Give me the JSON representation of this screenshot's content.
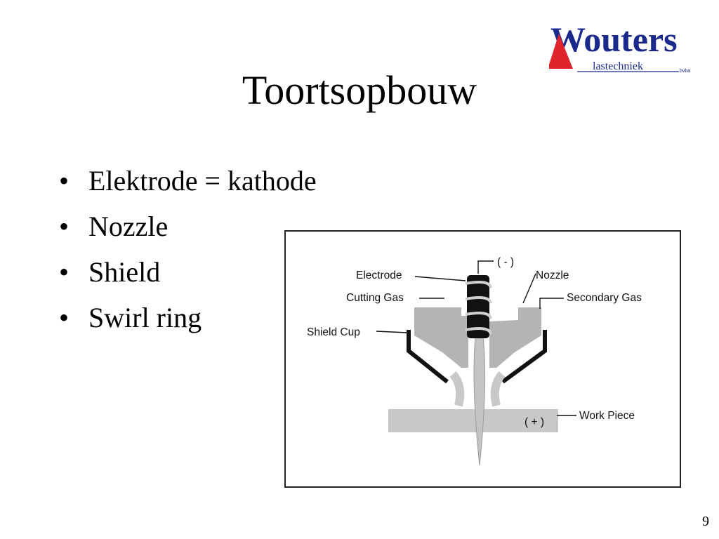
{
  "logo": {
    "name": "Wouters",
    "sub": "lastechniek",
    "legal": "bvba",
    "colors": {
      "text": "#1a2a8c",
      "triangle": "#e0242c"
    }
  },
  "title": "Toortsopbouw",
  "bullets": [
    {
      "bullet": "•",
      "text": "Elektrode = kathode"
    },
    {
      "bullet": "•",
      "text": "Nozzle"
    },
    {
      "bullet": "•",
      "text": "Shield"
    },
    {
      "bullet": "•",
      "text": "Swirl ring"
    }
  ],
  "diagram": {
    "labels": {
      "polarity_negative": "( - )",
      "electrode": "Electrode",
      "nozzle": "Nozzle",
      "cutting_gas": "Cutting Gas",
      "secondary_gas": "Secondary Gas",
      "shield_cup": "Shield Cup",
      "work_piece": "Work Piece",
      "polarity_positive": "( + )"
    }
  },
  "page_number": "9"
}
